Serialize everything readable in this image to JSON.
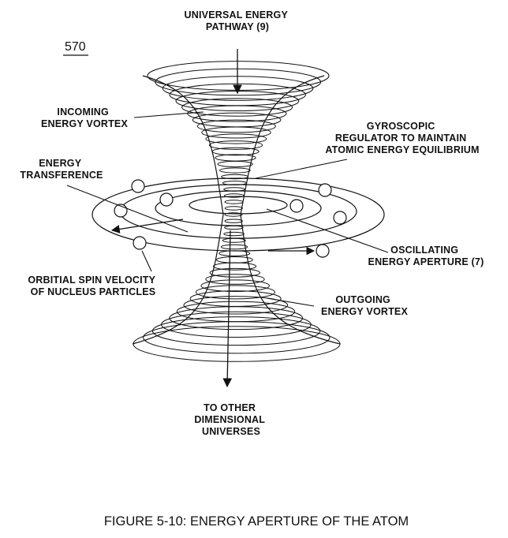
{
  "figure": {
    "ref_number": "570",
    "caption": "FIGURE 5-10: ENERGY APERTURE OF THE ATOM"
  },
  "labels": {
    "universal_pathway": [
      "UNIVERSAL ENERGY",
      "PATHWAY (9)"
    ],
    "incoming_vortex": [
      "INCOMING",
      "ENERGY VORTEX"
    ],
    "gyroscopic_regulator": [
      "GYROSCOPIC",
      "REGULATOR TO MAINTAIN",
      "ATOMIC ENERGY EQUILIBRIUM"
    ],
    "energy_transference": [
      "ENERGY",
      "TRANSFERENCE"
    ],
    "oscillating_aperture": [
      "OSCILLATING",
      "ENERGY APERTURE (7)"
    ],
    "orbital_spin": [
      "ORBITIAL SPIN VELOCITY",
      "OF NUCLEUS PARTICLES"
    ],
    "outgoing_vortex": [
      "OUTGOING",
      "ENERGY VORTEX"
    ],
    "dimensional_universes": [
      "TO OTHER",
      "DIMENSIONAL",
      "UNIVERSES"
    ]
  }
}
